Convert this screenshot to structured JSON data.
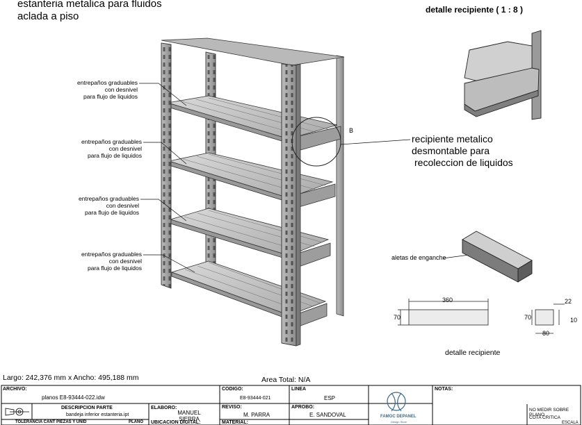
{
  "title": {
    "line1": "estanteria metalica para fluidos",
    "line2": "aclada a piso"
  },
  "detail_title": "detalle recipiente ( 1 : 8 )",
  "shelf_labels": [
    {
      "l1": "entrepaños graduables",
      "l2": "con desnivel",
      "l3": "para flujo de liquidos"
    },
    {
      "l1": "entrepaños graduables",
      "l2": "con desnivel",
      "l3": "para flujo de liquidos"
    },
    {
      "l1": "entrepaños graduables",
      "l2": "con desnivel",
      "l3": "para flujo de liquidos"
    },
    {
      "l1": "entrepaños graduables",
      "l2": "con desnivel",
      "l3": "para flujo de liquidos"
    }
  ],
  "detail_marker": "B",
  "container_callout": {
    "l1": "recipiente metalico",
    "l2": "desmontable para",
    "l3": "recoleccion de liquidos"
  },
  "aletas_label": "aletas de enganche",
  "dims": {
    "length": "360",
    "height_front": "70",
    "height_side": "70",
    "top": "22",
    "bottom_right": "10",
    "width": "80"
  },
  "detail_caption": "detalle recipiente",
  "size_note": "Largo: 242,376 mm x Ancho: 495,188 mm",
  "area_note": "Area Total: N/A",
  "titleblock": {
    "archivo_h": "ARCHIVO:",
    "archivo_v": "planos E8-93444-022.idw",
    "descripcion_h": "DESCRIPCION PARTE",
    "descripcion_v": "bandeja inferior estanteria.ipt",
    "tolerancia_h": "TOLERANCIA CANT PIEZAS Y UNID",
    "plano_h": "PLANO",
    "elaboro_h": "ELABORO:",
    "elaboro_v": "MANUEL SIERRA",
    "codigo_h": "CODIGO:",
    "codigo_v": "E8-93444-021",
    "reviso_h": "REVISO:",
    "reviso_v": "M. PARRA",
    "ubicacion_h": "UBICACION DIGITAL:",
    "linea_h": "LINEA",
    "linea_v": "ESP",
    "aprobo_h": "APROBO:",
    "aprobo_v": "E. SANDOVAL",
    "material_h": "MATERIAL:",
    "logo_text": "FAMOC DEPANEL",
    "logo_sub": "Design Store",
    "notas_h": "NOTAS:",
    "note1": "NO MEDIR SOBRE PLANO",
    "note2": "COTA CRITICA",
    "escala_h": "ESCALA"
  }
}
